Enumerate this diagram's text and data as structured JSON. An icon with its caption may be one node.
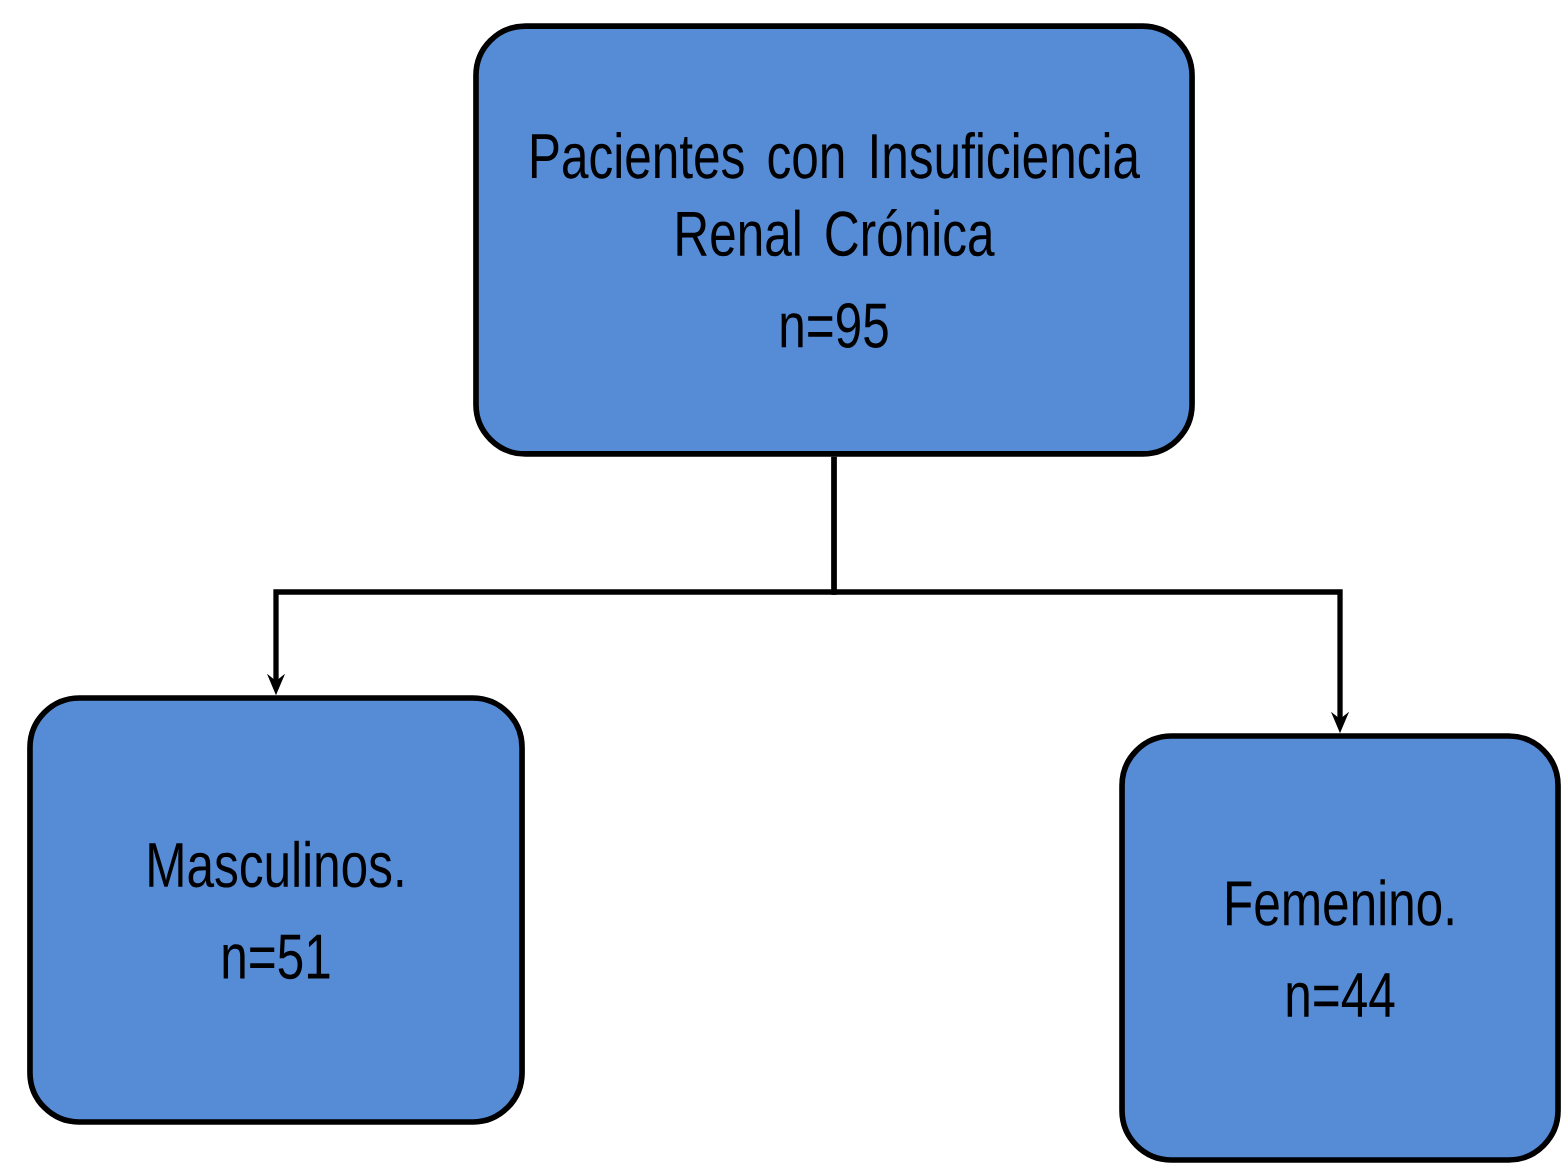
{
  "diagram": {
    "nodes": [
      {
        "text": [
          "Pacientes con Insuficiencia Renal Crónica",
          "n=95"
        ]
      },
      {
        "text": [
          "Masculinos.",
          "n=51"
        ]
      },
      {
        "text": [
          "Femenino.",
          "n=44"
        ]
      }
    ],
    "edges": [
      {
        "from": 0,
        "to": 1,
        "arrow": "to"
      },
      {
        "from": 0,
        "to": 2,
        "arrow": "to"
      }
    ]
  }
}
